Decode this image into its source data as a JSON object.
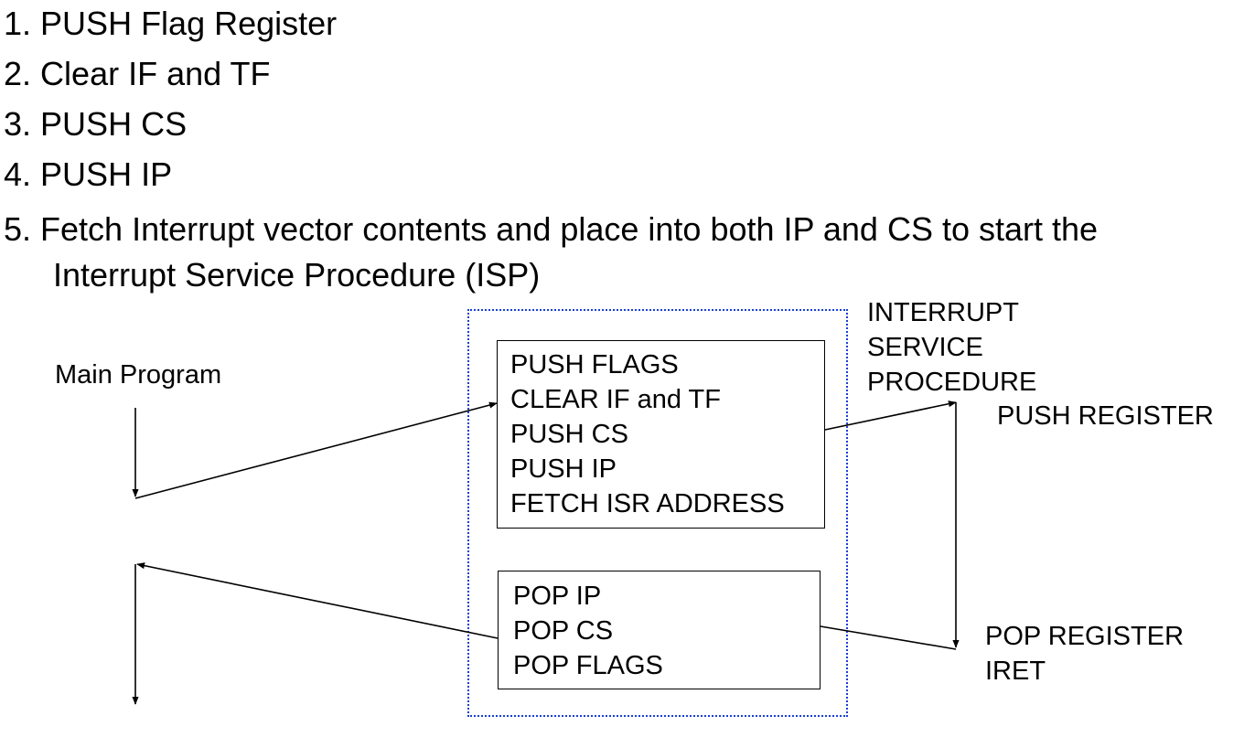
{
  "steps": [
    {
      "num": "1.",
      "text": "PUSH Flag Register"
    },
    {
      "num": "2.",
      "text": "Clear IF and TF"
    },
    {
      "num": "3.",
      "text": "PUSH CS"
    },
    {
      "num": "4.",
      "text": "PUSH IP"
    },
    {
      "num": "5.",
      "text": "Fetch Interrupt vector contents and place into both IP and CS to start the",
      "continuation": "Interrupt Service Procedure (ISP)"
    }
  ],
  "diagram": {
    "main_program_label": "Main Program",
    "isp_title": [
      "INTERRUPT",
      "SERVICE",
      "PROCEDURE"
    ],
    "push_register": "PUSH REGISTER",
    "pop_register": "POP REGISTER",
    "iret": "IRET",
    "entry_box": [
      "PUSH FLAGS",
      "CLEAR IF and TF",
      "PUSH CS",
      "PUSH IP",
      "FETCH ISR ADDRESS"
    ],
    "exit_box": [
      "POP IP",
      "POP CS",
      "POP FLAGS"
    ],
    "colors": {
      "dotted_border": "#1a3fd6",
      "lines": "#000000"
    }
  }
}
